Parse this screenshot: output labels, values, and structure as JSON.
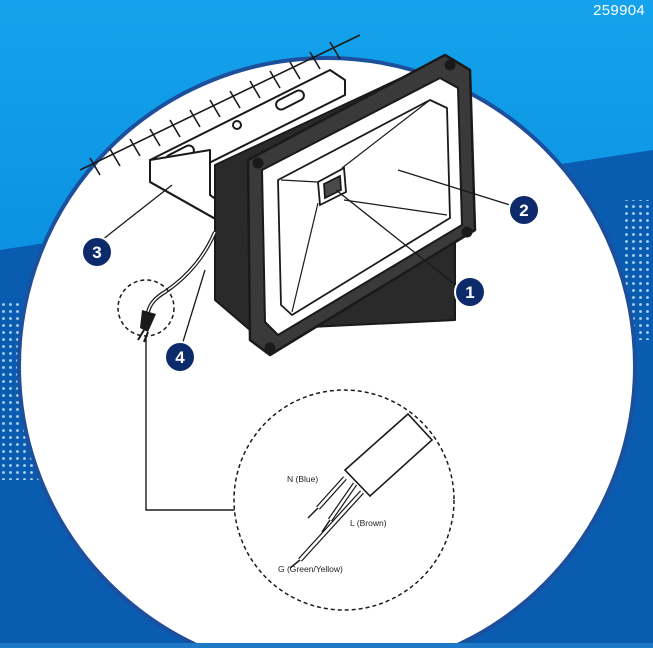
{
  "header": {
    "product_code": "259904"
  },
  "colors": {
    "bg_top": "#0b9ae6",
    "bg_band": "#0a56a8",
    "circle_border": "#1c4f9c",
    "line": "#1a1a1a",
    "badge": "#0d2a6b"
  },
  "callouts": [
    {
      "number": "1",
      "icon": "led-chip-icon"
    },
    {
      "number": "2",
      "icon": "glass-lens-icon"
    },
    {
      "number": "3",
      "icon": "mounting-bracket-icon"
    },
    {
      "number": "4",
      "icon": "power-cable-icon"
    }
  ],
  "wire_detail": {
    "neutral": "N (Blue)",
    "live": "L (Brown)",
    "ground": "G (Green/Yellow)"
  }
}
